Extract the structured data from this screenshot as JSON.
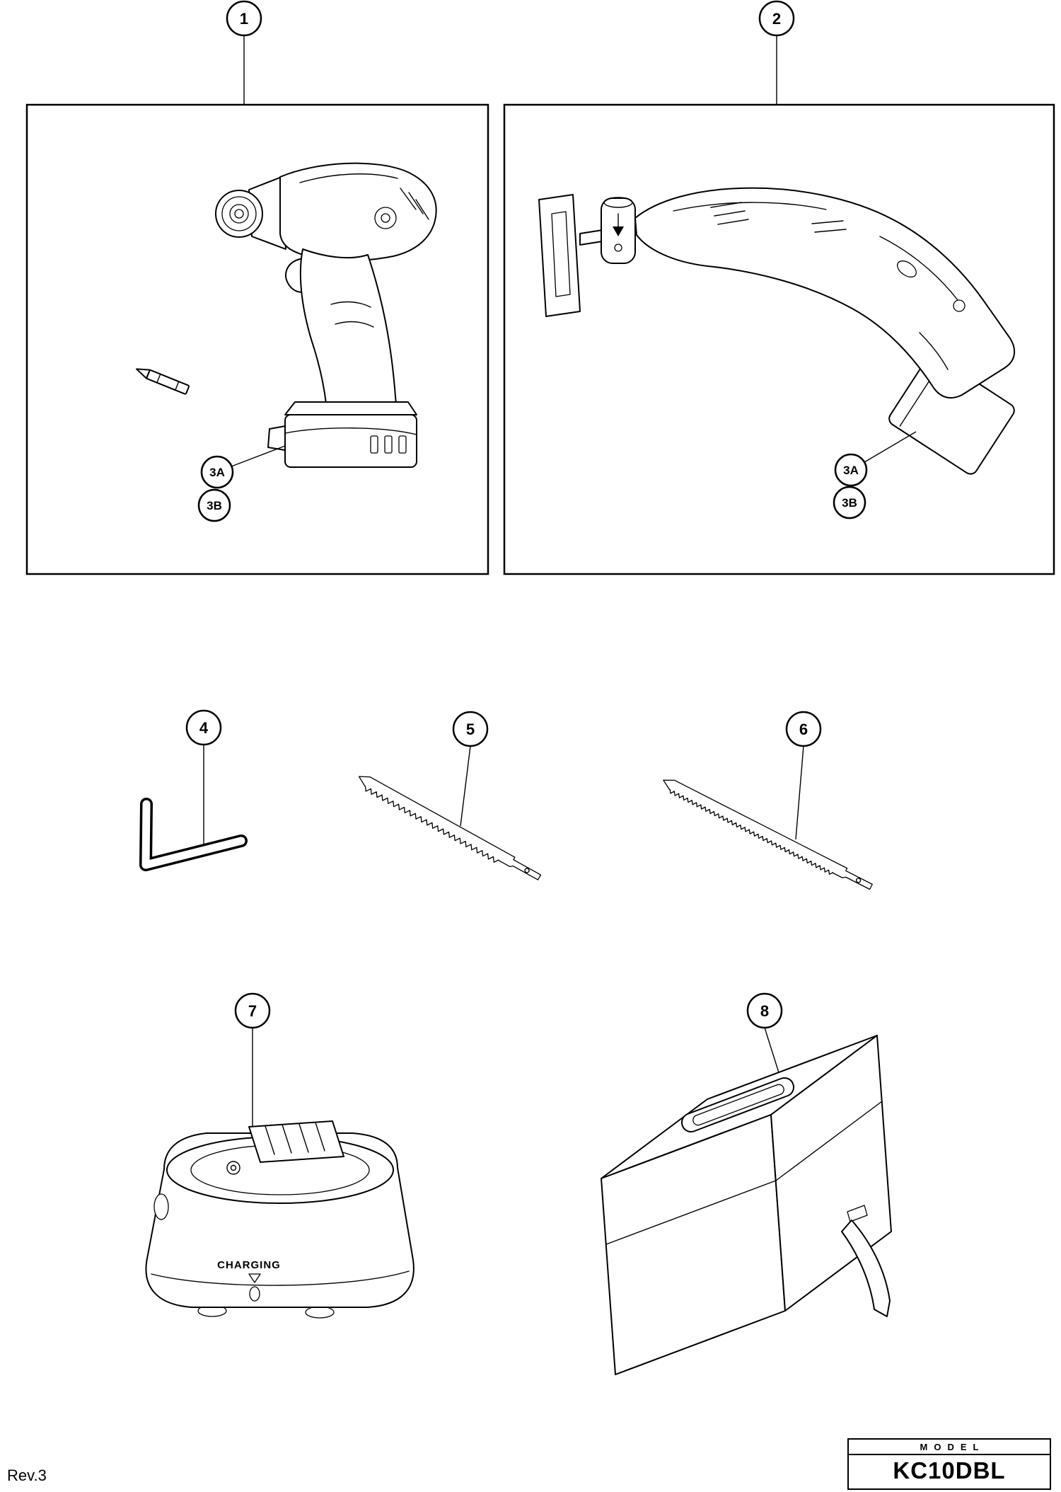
{
  "page": {
    "revision": "Rev.3"
  },
  "model_plate": {
    "label": "MODEL",
    "value": "KC10DBL"
  },
  "callouts": {
    "c1": "1",
    "c2": "2",
    "c3a": "3A",
    "c3b": "3B",
    "c4": "4",
    "c5": "5",
    "c6": "6",
    "c7": "7",
    "c8": "8"
  },
  "charger": {
    "label": "CHARGING"
  }
}
